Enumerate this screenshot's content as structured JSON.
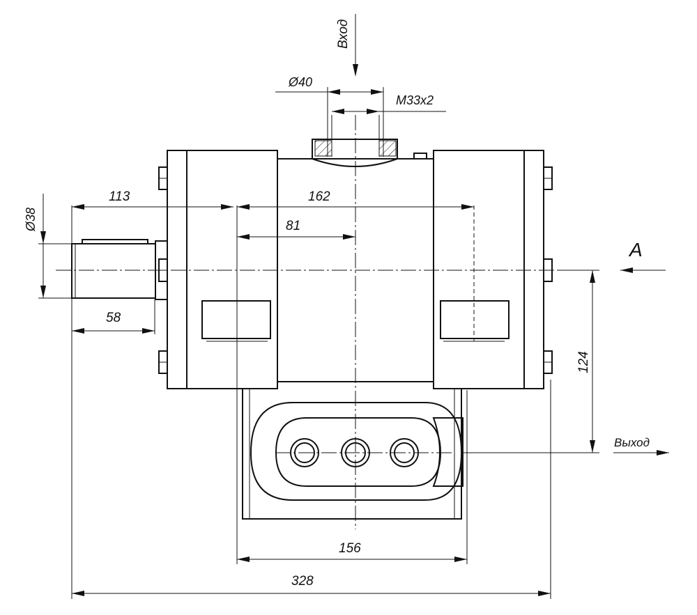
{
  "labels": {
    "inlet": "Вход",
    "outlet": "Выход",
    "view": "А",
    "dia_port": "Ø40",
    "thread": "М33х2",
    "dia_shaft": "Ø38"
  },
  "dimensions": {
    "shaft_length": "113",
    "flange_span": "162",
    "half_span": "81",
    "key_length": "58",
    "axis_height": "124",
    "base_width": "156",
    "overall_length": "328"
  }
}
